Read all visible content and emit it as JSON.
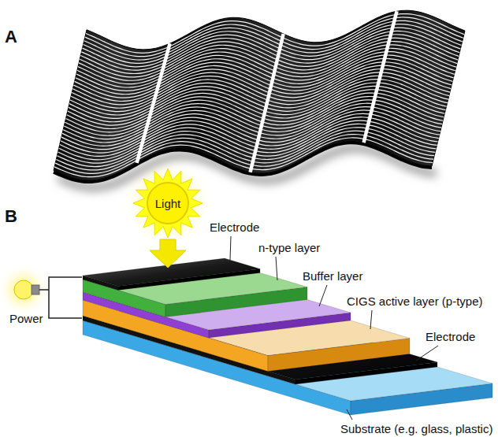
{
  "diagram": {
    "nodes": [
      {
        "text": [
          "Light"
        ]
      }
    ],
    "labels": [
      "A",
      "B",
      "Electrode",
      "n-type layer",
      "Buffer layer",
      "CIGS active layer (p-type)",
      "Electrode",
      "Substrate (e.g. glass, plastic)",
      "Power"
    ]
  }
}
